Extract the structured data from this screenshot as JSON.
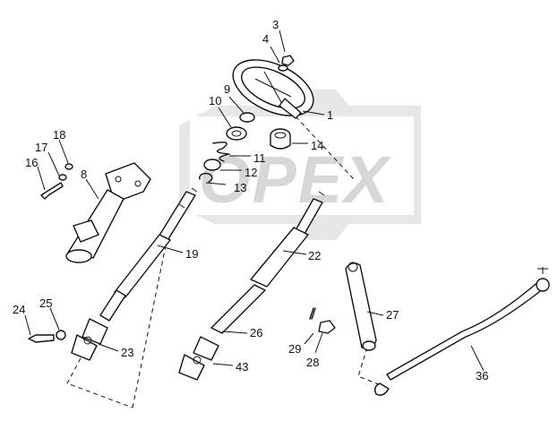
{
  "watermark": {
    "text": "OPEX"
  },
  "callouts": {
    "n1": "1",
    "n3": "3",
    "n4": "4",
    "n8": "8",
    "n9": "9",
    "n10": "10",
    "n11": "11",
    "n12": "12",
    "n13": "13",
    "n14": "14",
    "n16": "16",
    "n17": "17",
    "n18": "18",
    "n19": "19",
    "n22": "22",
    "n23": "23",
    "n24": "24",
    "n25": "25",
    "n26": "26",
    "n27": "27",
    "n28": "28",
    "n29": "29",
    "n36": "36",
    "n43": "43"
  },
  "colors": {
    "line": "#111111",
    "watermark": "#d7d7d7",
    "background": "#ffffff"
  }
}
